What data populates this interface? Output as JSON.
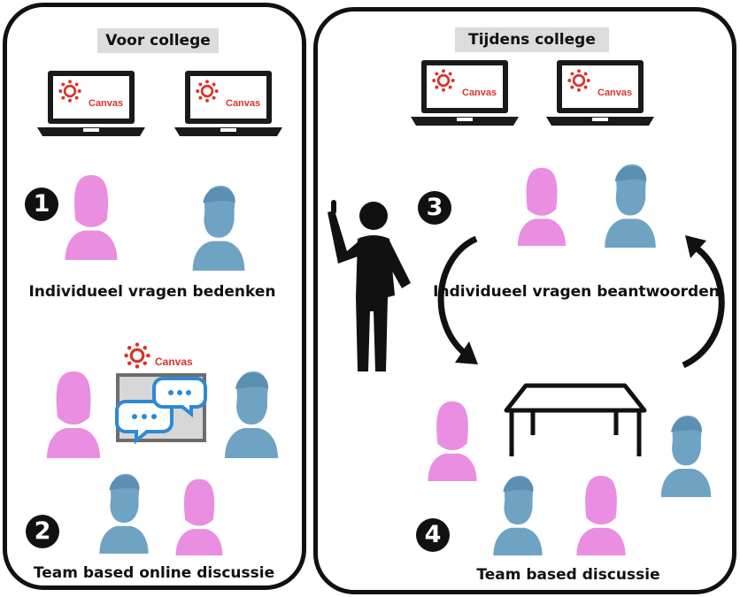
{
  "panels": {
    "before": {
      "title": "Voor college",
      "step1_number": "1",
      "step1_caption": "Individueel vragen bedenken",
      "step2_number": "2",
      "step2_caption": "Team based online discussie"
    },
    "during": {
      "title": "Tijdens college",
      "step3_number": "3",
      "step3_caption": "Individueel vragen beantwoorden",
      "step4_number": "4",
      "step4_caption": "Team based discussie"
    }
  },
  "brand": {
    "logo_text": "Canvas",
    "logo_color": "#d9342b"
  },
  "colors": {
    "female_person": "#e98ee1",
    "male_person": "#6fa3c4",
    "outline": "#111111",
    "label_background": "#dcdcdc",
    "bubble_blue": "#2f89d4"
  },
  "icons": [
    "laptop-icon",
    "canvas-logo-icon",
    "female-person-icon",
    "male-person-icon",
    "chat-bubbles-icon",
    "teacher-icon",
    "cycle-arrow-icon",
    "table-icon"
  ]
}
